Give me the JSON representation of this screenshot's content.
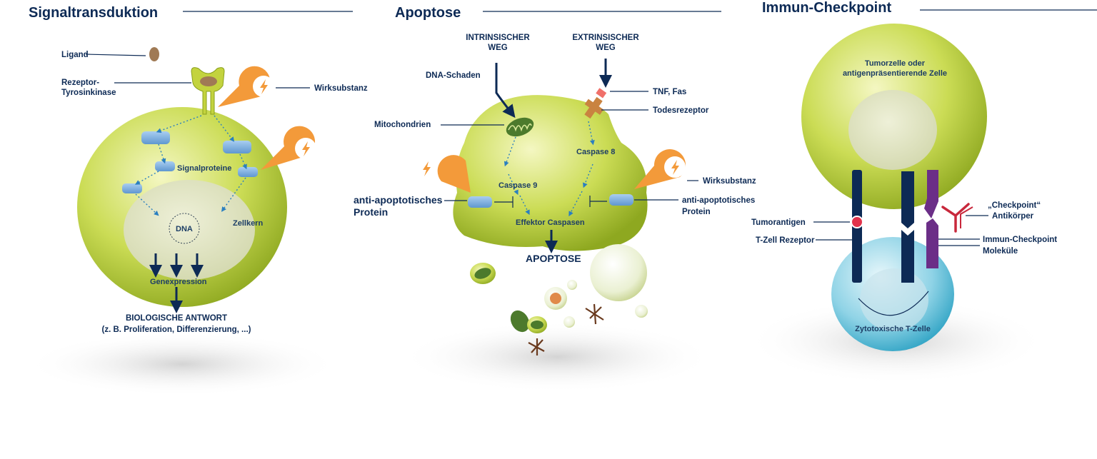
{
  "panels": [
    {
      "title": "Signaltransduktion",
      "labels": {
        "ligand": "Ligand",
        "receptor_1": "Rezeptor-",
        "receptor_2": "Tyrosinkinase",
        "drug": "Wirksubstanz",
        "signal_proteins": "Signalproteine",
        "dna": "DNA",
        "nucleus": "Zellkern",
        "gene_expression": "Genexpression",
        "response_1": "BIOLOGISCHE ANTWORT",
        "response_2": "(z. B. Proliferation, Differenzierung, ...)"
      }
    },
    {
      "title": "Apoptose",
      "labels": {
        "intrinsic_1": "INTRINSISCHER",
        "intrinsic_2": "WEG",
        "extrinsic_1": "EXTRINSISCHER",
        "extrinsic_2": "WEG",
        "dna_damage": "DNA-Schaden",
        "tnf": "TNF, Fas",
        "death_receptor": "Todesrezeptor",
        "mitochondria": "Mitochondrien",
        "caspase8": "Caspase 8",
        "caspase9": "Caspase 9",
        "drug": "Wirksubstanz",
        "anti_left_1": "anti-apoptotisches",
        "anti_left_2": "Protein",
        "anti_right_1": "anti-apoptotisches",
        "anti_right_2": "Protein",
        "effector": "Effektor Caspasen",
        "apoptosis": "APOPTOSE"
      }
    },
    {
      "title": "Immun-Checkpoint",
      "labels": {
        "tumor_cell_1": "Tumorzelle oder",
        "tumor_cell_2": "antigenpräsentierende Zelle",
        "antibody_1": "„Checkpoint“",
        "antibody_2": "Antikörper",
        "tumor_antigen": "Tumorantigen",
        "tcr": "T-Zell Rezeptor",
        "checkpoint_1": "Immun-Checkpoint",
        "checkpoint_2": "Moleküle",
        "plus": "+",
        "minus": "−",
        "tcell": "Zytotoxische T-Zelle"
      }
    }
  ],
  "colors": {
    "navy": "#0d2a55",
    "cell_green": "#b8cc3a",
    "orange": "#f39a3a",
    "protein_blue": "#7aaee0",
    "tcell_cyan": "#3fb0cf",
    "checkpoint_purple": "#6b2e87",
    "antibody_red": "#c8283c"
  }
}
